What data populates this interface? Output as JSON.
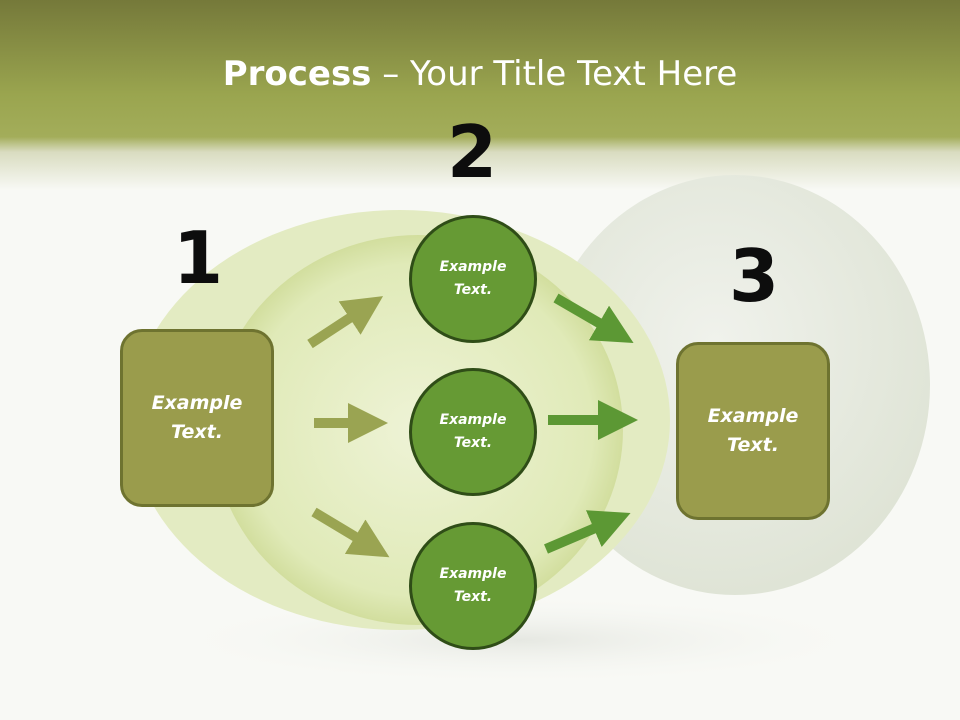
{
  "slide": {
    "title_bold": "Process",
    "title_rest": " – Your Title Text Here"
  },
  "steps": {
    "one": {
      "number": "1",
      "text": "Example\nText."
    },
    "two": {
      "number": "2",
      "nodes": [
        "Example\nText.",
        "Example\nText.",
        "Example\nText."
      ]
    },
    "three": {
      "number": "3",
      "text": "Example\nText."
    }
  },
  "colors": {
    "header": "#9ba754",
    "box_fill": "#9a9c4c",
    "circle_fill": "#669a34",
    "arrow_olive": "#9aa452",
    "arrow_green": "#5c9834"
  }
}
